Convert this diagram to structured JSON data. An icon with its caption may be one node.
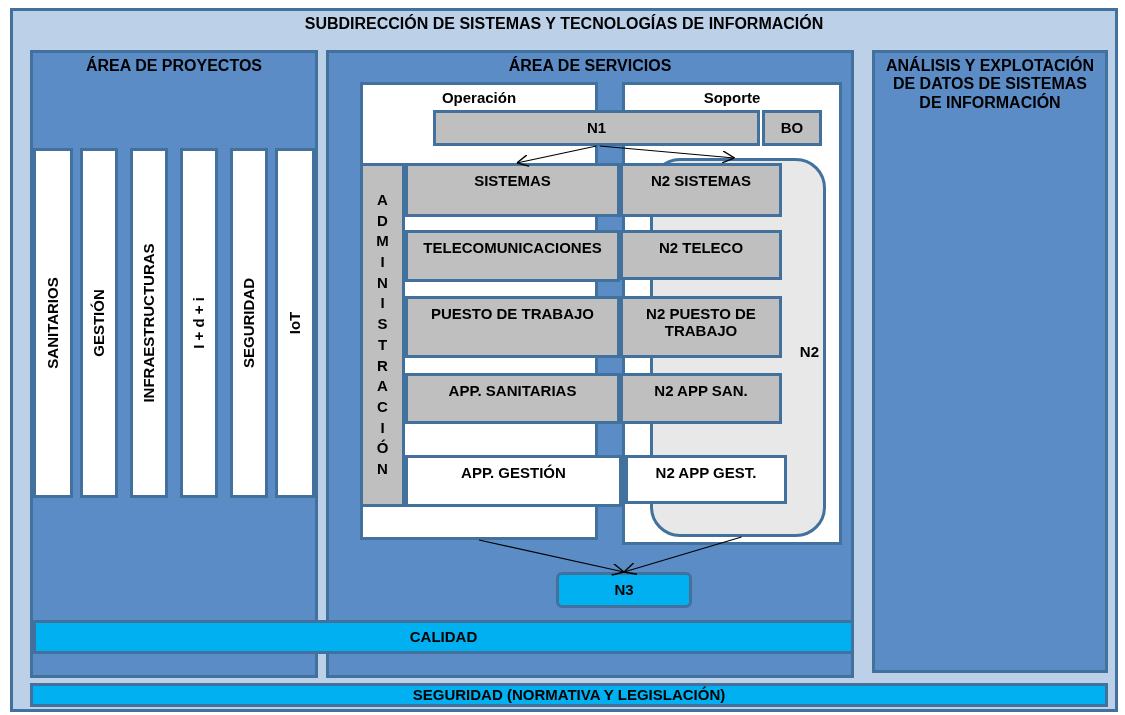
{
  "diagram": {
    "nodes": [
      {
        "text": [
          "SUBDIRECCIÓN DE SISTEMAS Y TECNOLOGÍAS DE INFORMACIÓN"
        ]
      },
      {
        "text": [
          "ÁREA DE PROYECTOS"
        ],
        "in": 0
      },
      {
        "text": [
          "SANITARIOS"
        ],
        "in": 1
      },
      {
        "text": [
          "GESTIÓN"
        ],
        "in": 1
      },
      {
        "text": [
          "INFRAESTRUCTURAS"
        ],
        "in": 1
      },
      {
        "text": [
          "I + d + i"
        ],
        "in": 1
      },
      {
        "text": [
          "SEGURIDAD"
        ],
        "in": 1
      },
      {
        "text": [
          "IoT"
        ],
        "in": 1
      },
      {
        "text": [
          "ÁREA DE SERVICIOS"
        ],
        "in": 0
      },
      {
        "text": [
          "Operación"
        ],
        "in": 8
      },
      {
        "text": [
          "Soporte"
        ],
        "in": 8
      },
      {
        "text": [
          "N1"
        ],
        "in": 8
      },
      {
        "text": [
          "BO"
        ],
        "in": 10
      },
      {
        "text": [
          "N2"
        ],
        "in": 10
      },
      {
        "text": [
          "ADMINISTRACIÓN"
        ],
        "in": 9
      },
      {
        "text": [
          "SISTEMAS"
        ],
        "in": 8
      },
      {
        "text": [
          "N2 SISTEMAS"
        ],
        "in": 10
      },
      {
        "text": [
          "TELECOMUNICACIONES"
        ],
        "in": 8
      },
      {
        "text": [
          "N2 TELECO"
        ],
        "in": 10
      },
      {
        "text": [
          "PUESTO DE TRABAJO"
        ],
        "in": 8
      },
      {
        "text": [
          "N2 PUESTO DE TRABAJO"
        ],
        "in": 10
      },
      {
        "text": [
          "APP. SANITARIAS"
        ],
        "in": 8
      },
      {
        "text": [
          "N2 APP SAN."
        ],
        "in": 10
      },
      {
        "text": [
          "APP. GESTIÓN"
        ],
        "in": 8
      },
      {
        "text": [
          "N2 APP GEST."
        ],
        "in": 10
      },
      {
        "text": [
          "N3"
        ],
        "in": 8
      },
      {
        "text": [
          "ANÁLISIS Y EXPLOTACIÓN DE DATOS DE SISTEMAS DE INFORMACIÓN"
        ],
        "in": 0
      },
      {
        "text": [
          "CALIDAD"
        ],
        "in": 0
      },
      {
        "text": [
          "SEGURIDAD (NORMATIVA Y LEGISLACIÓN)"
        ],
        "in": 0
      }
    ],
    "edges": [
      {
        "from": 11,
        "to": 15,
        "arrow": "to"
      },
      {
        "from": 11,
        "to": 13,
        "arrow": "to"
      },
      {
        "from": 9,
        "to": 25,
        "arrow": "to"
      },
      {
        "from": 13,
        "to": 25,
        "arrow": "to"
      }
    ]
  }
}
